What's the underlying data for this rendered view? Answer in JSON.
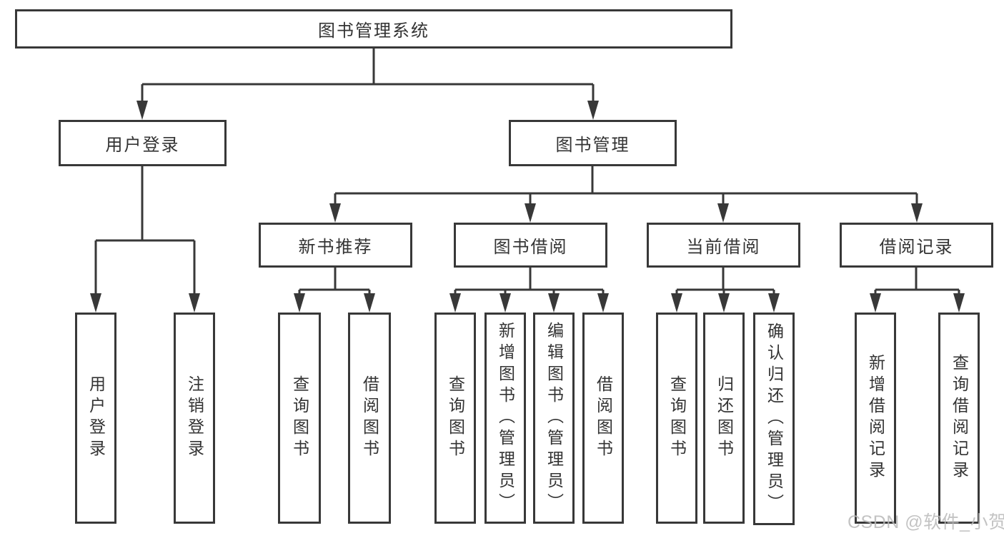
{
  "tree": {
    "root": {
      "label": "图书管理系统"
    },
    "branches": [
      {
        "label": "用户登录",
        "children": [
          {
            "label": "用户登录"
          },
          {
            "label": "注销登录"
          }
        ]
      },
      {
        "label": "图书管理",
        "children": [
          {
            "label": "新书推荐",
            "children": [
              {
                "label": "查询图书"
              },
              {
                "label": "借阅图书"
              }
            ]
          },
          {
            "label": "图书借阅",
            "children": [
              {
                "label": "查询图书"
              },
              {
                "label": "新增图书（管理员）"
              },
              {
                "label": "编辑图书（管理员）"
              },
              {
                "label": "借阅图书"
              }
            ]
          },
          {
            "label": "当前借阅",
            "children": [
              {
                "label": "查询图书"
              },
              {
                "label": "归还图书"
              },
              {
                "label": "确认归还（管理员）"
              }
            ]
          },
          {
            "label": "借阅记录",
            "children": [
              {
                "label": "新增借阅记录"
              },
              {
                "label": "查询借阅记录"
              }
            ]
          }
        ]
      }
    ]
  },
  "watermark": {
    "text": "CSDN @软件_小贺同学",
    "color": "#b9b9b9"
  },
  "colors": {
    "line": "#383838",
    "text": "#333333",
    "background": "#ffffff"
  }
}
